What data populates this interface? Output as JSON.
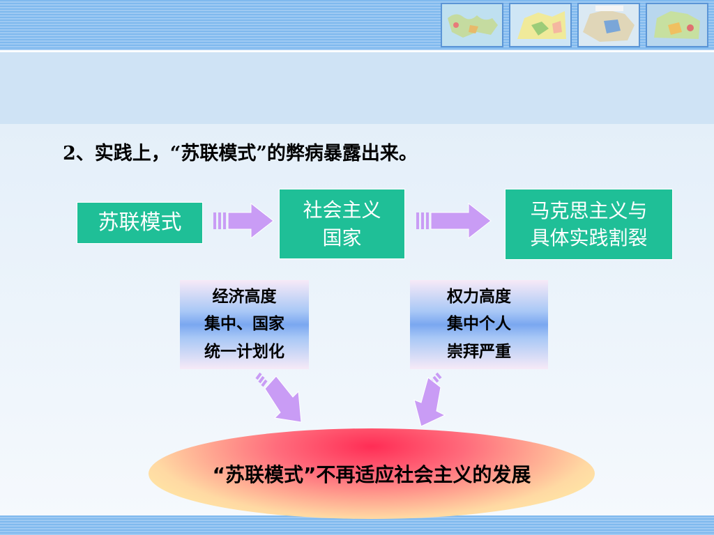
{
  "heading": "2、实践上，“苏联模式”的弊病暴露出来。",
  "flow": {
    "box1": "苏联模式",
    "box2_line1": "社会主义",
    "box2_line2": "国家",
    "box3_line1": "马克思主义与",
    "box3_line2": "具体实践割裂"
  },
  "left_box": [
    "经济高度",
    "集中、国家",
    "统一计划化"
  ],
  "right_box": [
    "权力高度",
    "集中个人",
    "崇拜严重"
  ],
  "conclusion": "“苏联模式”不再适应社会主义的发展",
  "colors": {
    "green": "#1fbf97",
    "arrow": "#c99cf5",
    "ellipse_core": "#ff2d55",
    "ellipse_edge": "#fff8a8"
  }
}
